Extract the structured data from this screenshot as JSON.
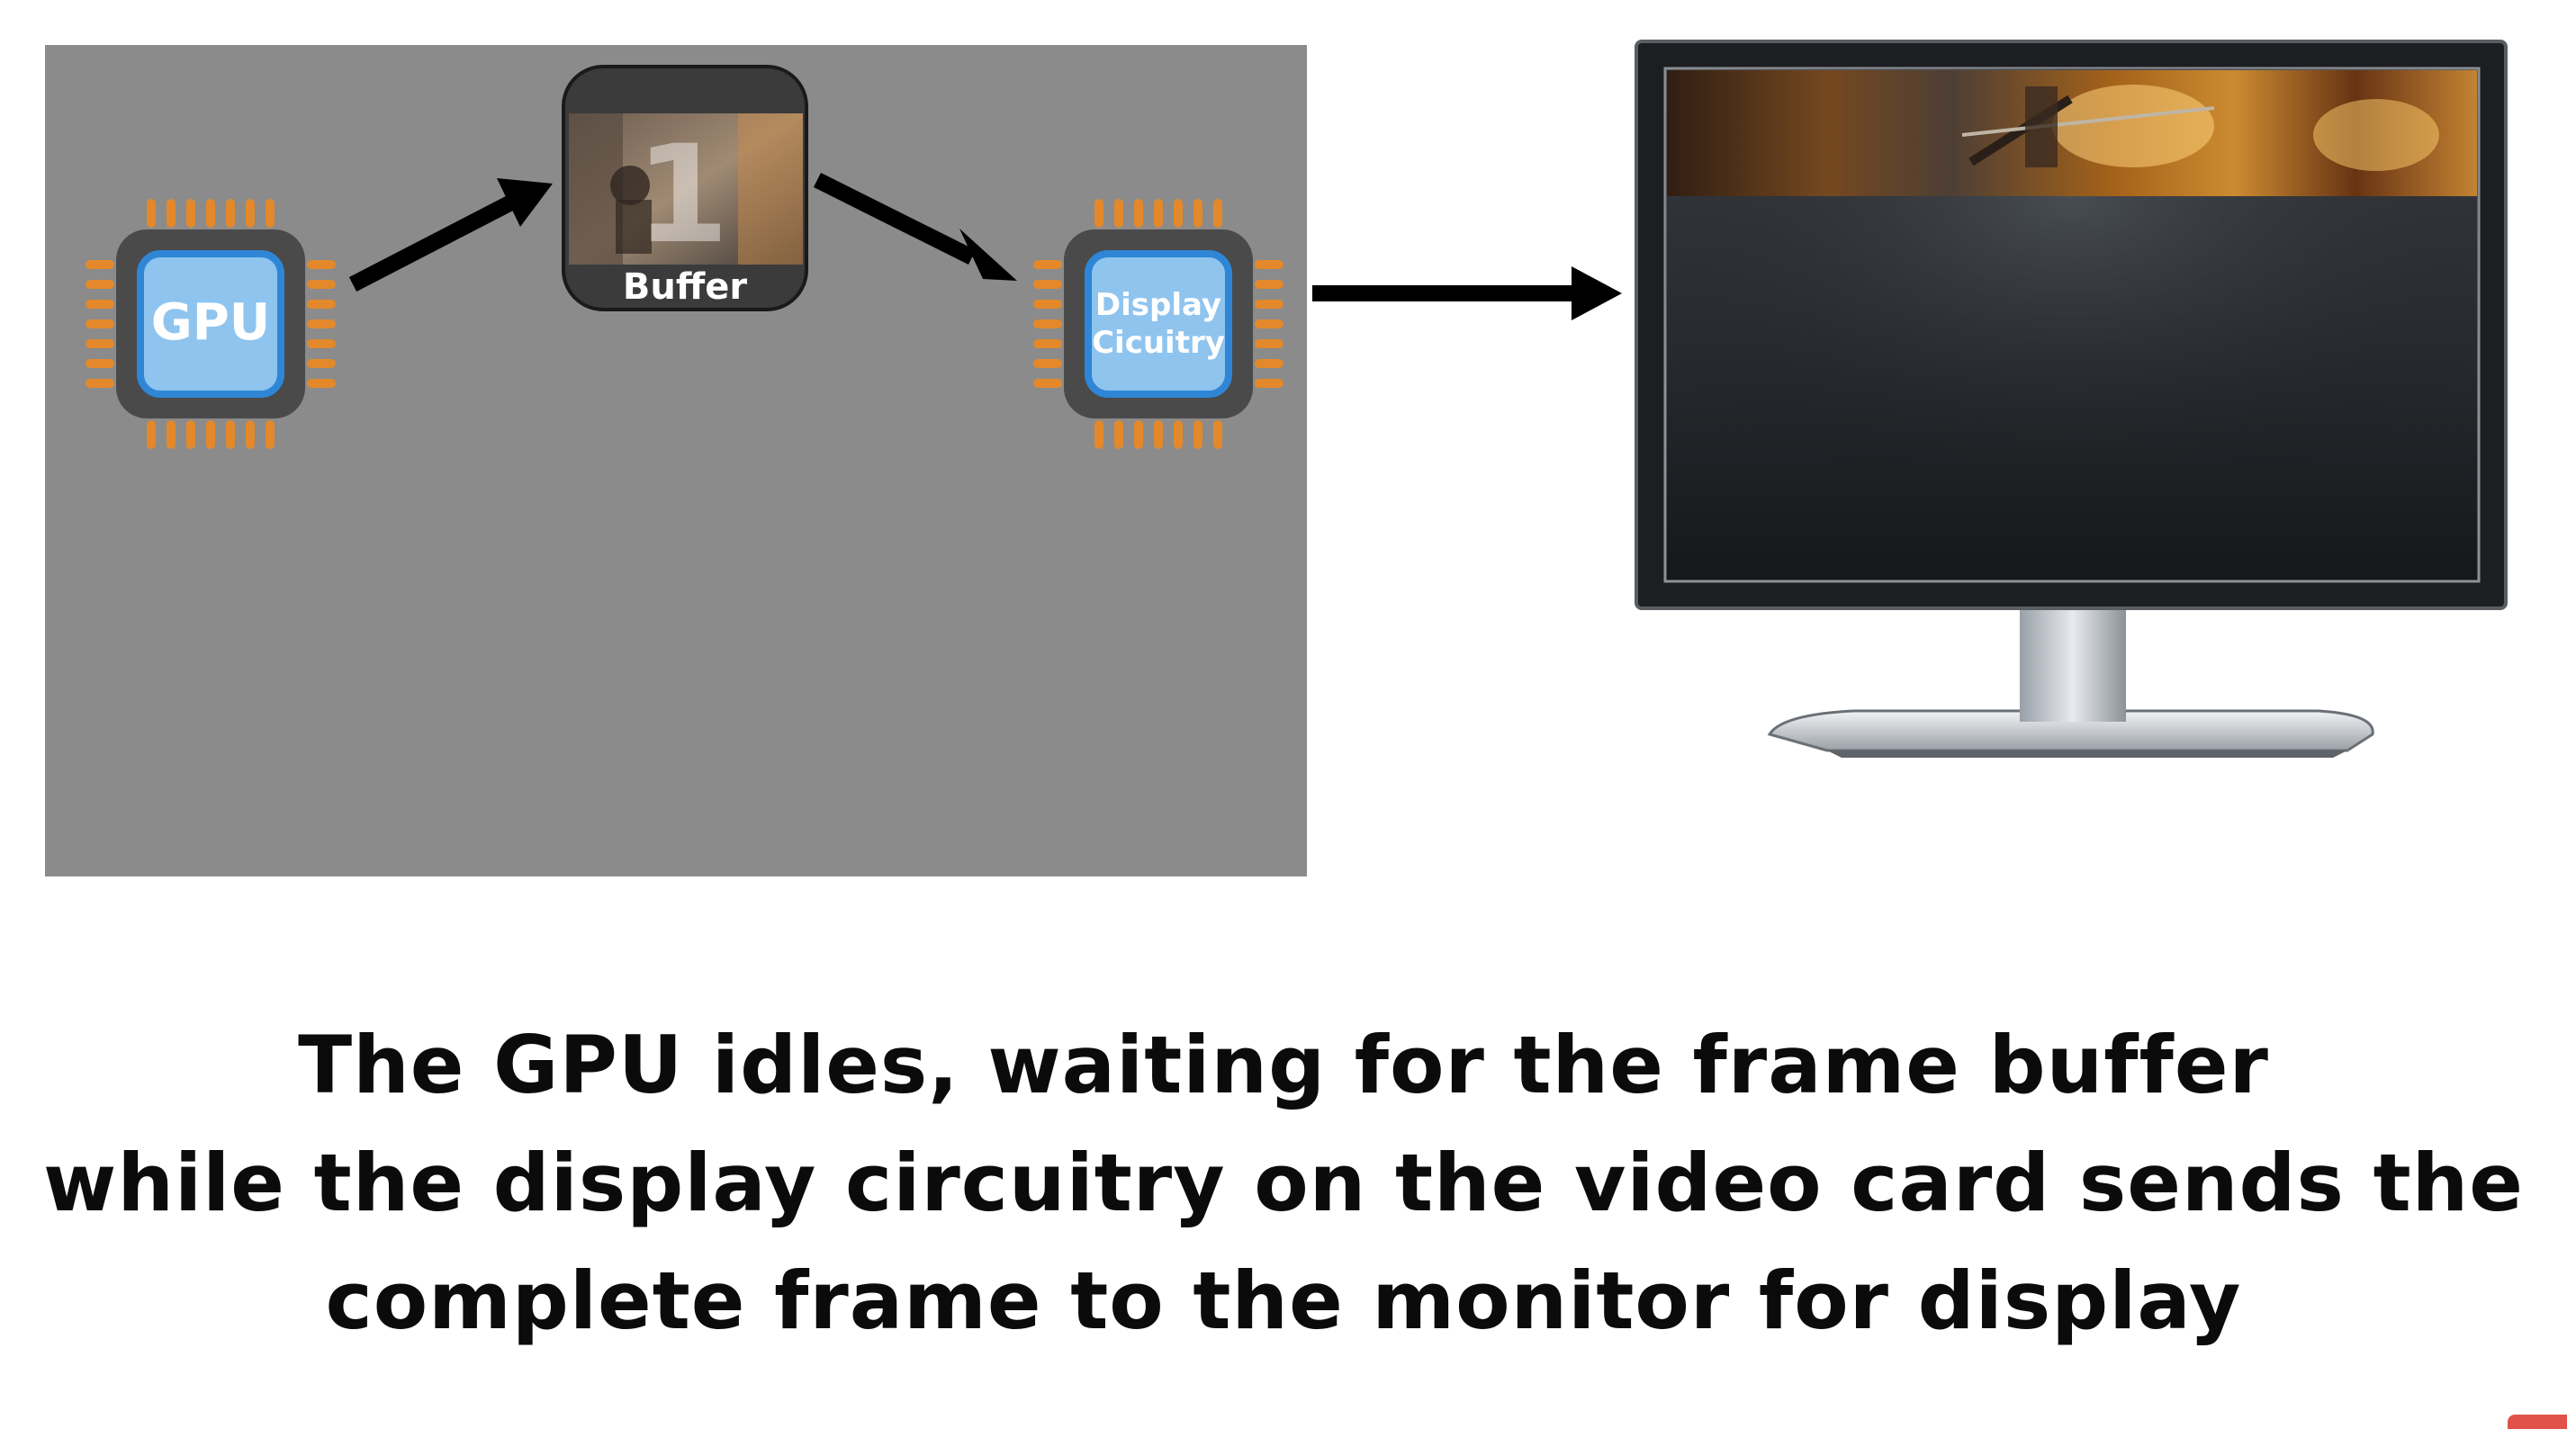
{
  "diagram": {
    "gpu_label": "GPU",
    "buffer_number": "1",
    "buffer_label": "Buffer",
    "display_label_line1": "Display",
    "display_label_line2": "Cicuitry"
  },
  "caption": {
    "line1": "The GPU idles, waiting for the frame buffer",
    "line2": "while the display circuitry on the video card sends the",
    "line3": "complete frame to the monitor for display"
  },
  "colors": {
    "panel": "#8b8b8b",
    "chip_body": "#4a4a4a",
    "chip_pins": "#e3892b",
    "chip_core": "#8fc4ef",
    "chip_core_border": "#2f86d6",
    "arrow": "#000000"
  }
}
